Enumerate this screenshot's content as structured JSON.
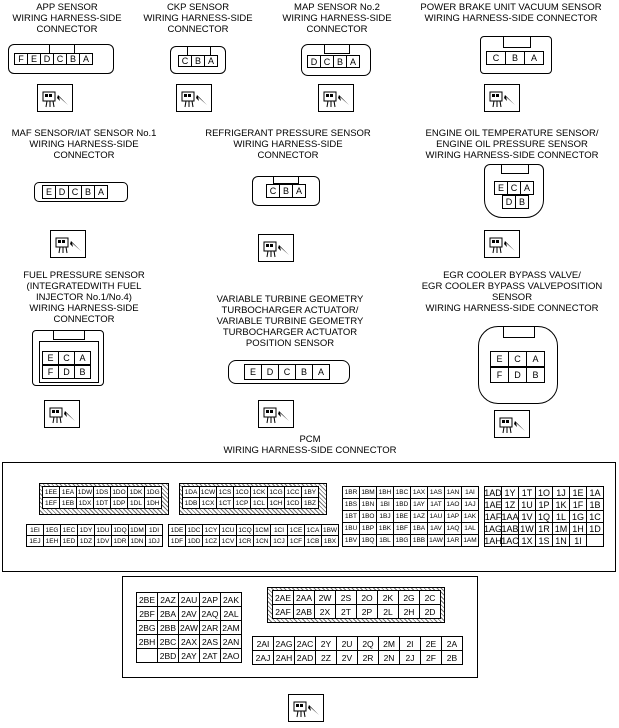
{
  "titles": {
    "app": "APP SENSOR\nWIRING HARNESS-SIDE\nCONNECTOR",
    "ckp": "CKP SENSOR\nWIRING HARNESS-SIDE\nCONNECTOR",
    "map": "MAP SENSOR No.2\nWIRING HARNESS-SIDE\nCONNECTOR",
    "pbu": "POWER BRAKE UNIT VACUUM SENSOR\nWIRING HARNESS-SIDE CONNECTOR",
    "maf": "MAF SENSOR/IAT SENSOR No.1\nWIRING HARNESS-SIDE\nCONNECTOR",
    "refrig": "REFRIGERANT PRESSURE SENSOR\nWIRING HARNESS-SIDE\nCONNECTOR",
    "eot": "ENGINE OIL TEMPERATURE SENSOR/\nENGINE OIL PRESSURE SENSOR\nWIRING HARNESS-SIDE CONNECTOR",
    "fuel": "FUEL PRESSURE SENSOR\n(INTEGRATEDWITH FUEL\nINJECTOR No.1/No.4)\nWIRING HARNESS-SIDE\nCONNECTOR",
    "vgt": "VARIABLE TURBINE GEOMETRY\nTURBOCHARGER ACTUATOR/\nVARIABLE TURBINE GEOMETRY\nTURBOCHARGER ACTUATOR\nPOSITION SENSOR",
    "egr": "EGR COOLER BYPASS VALVE/\nEGR COOLER BYPASS VALVEPOSITION\nSENSOR\nWIRING HARNESS-SIDE CONNECTOR",
    "pcm": "PCM\nWIRING HARNESS-SIDE CONNECTOR"
  },
  "pins": {
    "app": [
      "F",
      "E",
      "D",
      "C",
      "B",
      "A"
    ],
    "ckp": [
      "C",
      "B",
      "A"
    ],
    "map": [
      "D",
      "C",
      "B",
      "A"
    ],
    "pbu": [
      "C",
      "B",
      "A"
    ],
    "maf": [
      "E",
      "D",
      "C",
      "B",
      "A"
    ],
    "refrig": [
      "C",
      "B",
      "A"
    ],
    "eot_top": [
      "E",
      "C",
      "A"
    ],
    "eot_bot": [
      "D",
      "B"
    ],
    "fuel_top": [
      "E",
      "C",
      "A"
    ],
    "fuel_bot": [
      "F",
      "D",
      "B"
    ],
    "vgt": [
      "E",
      "D",
      "C",
      "B",
      "A"
    ],
    "egr_top": [
      "E",
      "C",
      "A"
    ],
    "egr_bot": [
      "F",
      "D",
      "B"
    ]
  },
  "pcm": {
    "b1_r1": [
      "1EE",
      "1EA",
      "1DW",
      "1DS",
      "1DO",
      "1DK",
      "1DG"
    ],
    "b1_r2": [
      "1EF",
      "1EB",
      "1DX",
      "1DT",
      "1DP",
      "1DL",
      "1DH"
    ],
    "b2_r1": [
      "1DA",
      "1CW",
      "1CS",
      "1CO",
      "1CK",
      "1CG",
      "1CC",
      "1BY"
    ],
    "b2_r2": [
      "1DB",
      "1CX",
      "1CT",
      "1CP",
      "1CL",
      "1CH",
      "1CD",
      "1BZ"
    ],
    "b3_r1": [
      "1EI",
      "1EG",
      "1EC",
      "1DY",
      "1DU",
      "1DQ",
      "1DM",
      "1DI"
    ],
    "b3_r2": [
      "1EJ",
      "1EH",
      "1ED",
      "1DZ",
      "1DV",
      "1DR",
      "1DN",
      "1DJ"
    ],
    "b4_r1": [
      "1DE",
      "1DC",
      "1CY",
      "1CU",
      "1CQ",
      "1CM",
      "1CI",
      "1CE",
      "1CA",
      "1BW"
    ],
    "b4_r2": [
      "1DF",
      "1DD",
      "1CZ",
      "1CV",
      "1CR",
      "1CN",
      "1CJ",
      "1CF",
      "1CB",
      "1BX"
    ],
    "b5": [
      [
        "1BR",
        "1BM",
        "1BH",
        "1BC",
        "1AX",
        "1AS",
        "1AN",
        "1AI"
      ],
      [
        "1BS",
        "1BN",
        "1BI",
        "1BD",
        "1AY",
        "1AT",
        "1AO",
        "1AJ"
      ],
      [
        "1BT",
        "1BO",
        "1BJ",
        "1BE",
        "1AZ",
        "1AU",
        "1AP",
        "1AK"
      ],
      [
        "1BU",
        "1BP",
        "1BK",
        "1BF",
        "1BA",
        "1AV",
        "1AQ",
        "1AL"
      ],
      [
        "1BV",
        "1BQ",
        "1BL",
        "1BG",
        "1BB",
        "1AW",
        "1AR",
        "1AM"
      ]
    ],
    "b6": [
      [
        "1AD",
        "1Y",
        "1T",
        "1O",
        "1J",
        "1E",
        "1A"
      ],
      [
        "1AE",
        "1Z",
        "1U",
        "1P",
        "1K",
        "1F",
        "1B"
      ],
      [
        "1AF",
        "1AA",
        "1V",
        "1Q",
        "1L",
        "1G",
        "1C"
      ],
      [
        "1AG",
        "1AB",
        "1W",
        "1R",
        "1M",
        "1H",
        "1D"
      ],
      [
        "1AH",
        "1AC",
        "1X",
        "1S",
        "1N",
        "1I",
        ""
      ]
    ],
    "b7": [
      [
        "2BE",
        "2AZ",
        "2AU",
        "2AP",
        "2AK"
      ],
      [
        "2BF",
        "2BA",
        "2AV",
        "2AQ",
        "2AL"
      ],
      [
        "2BG",
        "2BB",
        "2AW",
        "2AR",
        "2AM"
      ],
      [
        "2BH",
        "2BC",
        "2AX",
        "2AS",
        "2AN"
      ],
      [
        "",
        "2BD",
        "2AY",
        "2AT",
        "2AO"
      ]
    ],
    "b8_r1": [
      "2AE",
      "2AA",
      "2W",
      "2S",
      "2O",
      "2K",
      "2G",
      "2C"
    ],
    "b8_r2": [
      "2AF",
      "2AB",
      "2X",
      "2T",
      "2P",
      "2L",
      "2H",
      "2D"
    ],
    "b9_r1": [
      "2AI",
      "2AG",
      "2AC",
      "2Y",
      "2U",
      "2Q",
      "2M",
      "2I",
      "2E",
      "2A"
    ],
    "b9_r2": [
      "2AJ",
      "2AH",
      "2AD",
      "2Z",
      "2V",
      "2R",
      "2N",
      "2J",
      "2F",
      "2B"
    ]
  }
}
